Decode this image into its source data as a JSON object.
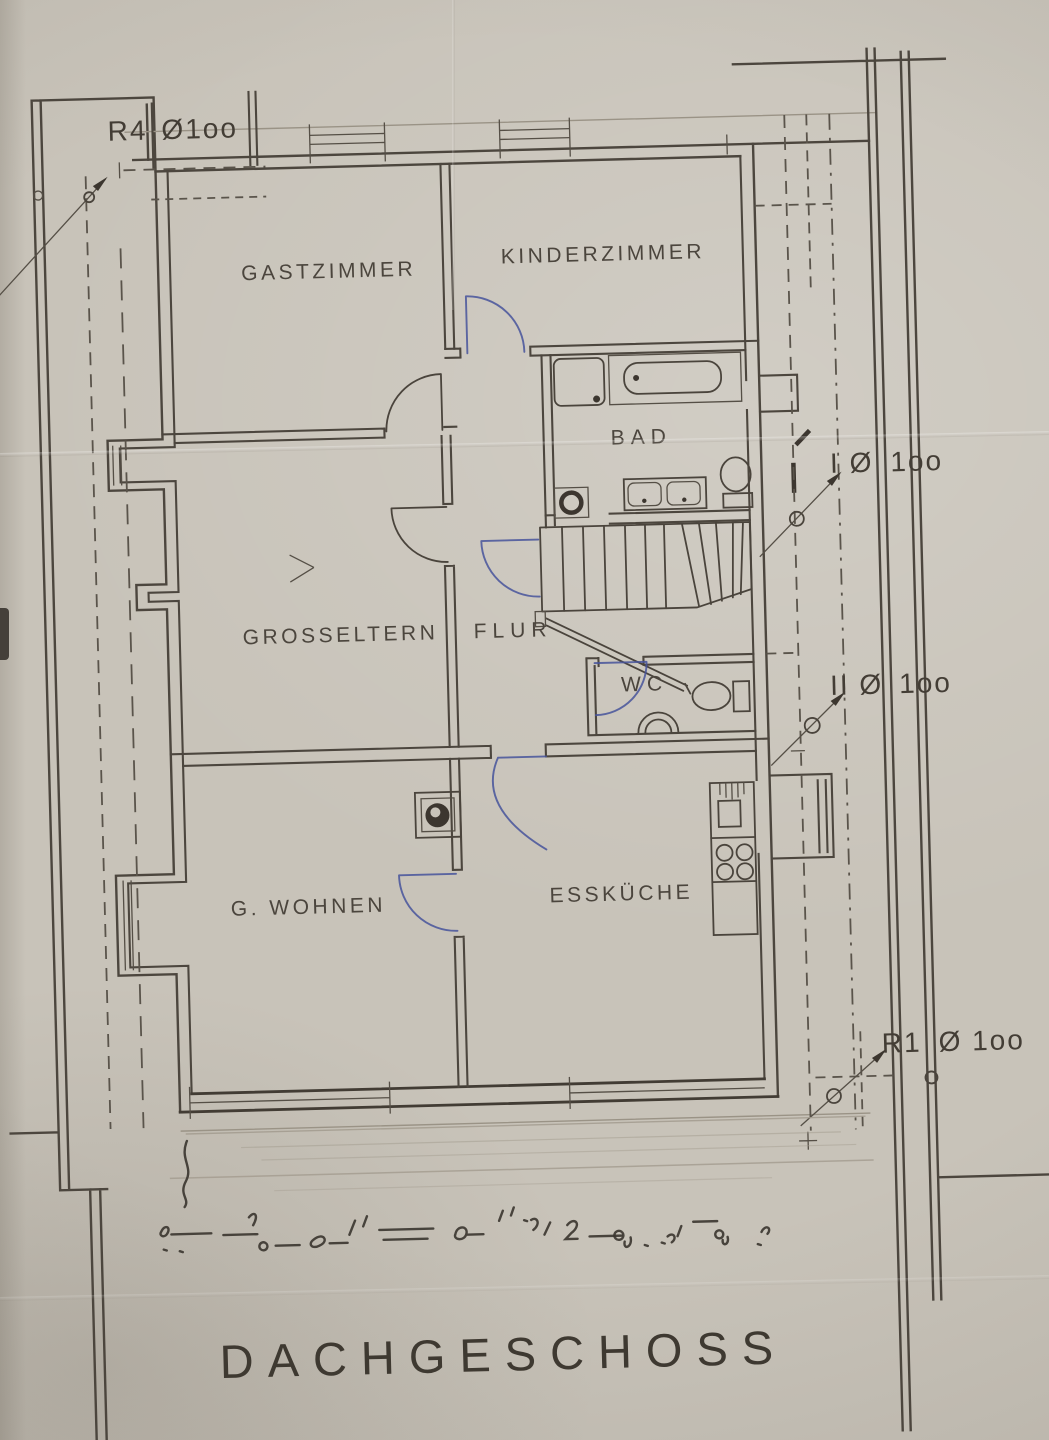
{
  "document": {
    "type": "floor-plan",
    "floor_title": "DACHGESCHOSS"
  },
  "rooms": {
    "gastzimmer": "GASTZIMMER",
    "kinderzimmer": "KINDERZIMMER",
    "bad": "BAD",
    "grosseltern": "GROSSELTERN",
    "flur": "FLUR",
    "wc": "WC",
    "g_wohnen": "G. WOHNEN",
    "esskueche": "ESSKÜCHE"
  },
  "pipe_annotations": {
    "r4": {
      "label": "R4",
      "value": "Ø1oo"
    },
    "i": {
      "label": "I Ø",
      "value": "1oo"
    },
    "ii": {
      "label": "II Ø",
      "value": "1oo"
    },
    "r1": {
      "label": "R1",
      "value": "Ø 1oo"
    }
  },
  "colors": {
    "paper": "#c8c3b9",
    "ink": "#4c463e",
    "ink_faint": "#9a9386",
    "blue_ink": "#46549b",
    "pencil": "#3a352f"
  }
}
